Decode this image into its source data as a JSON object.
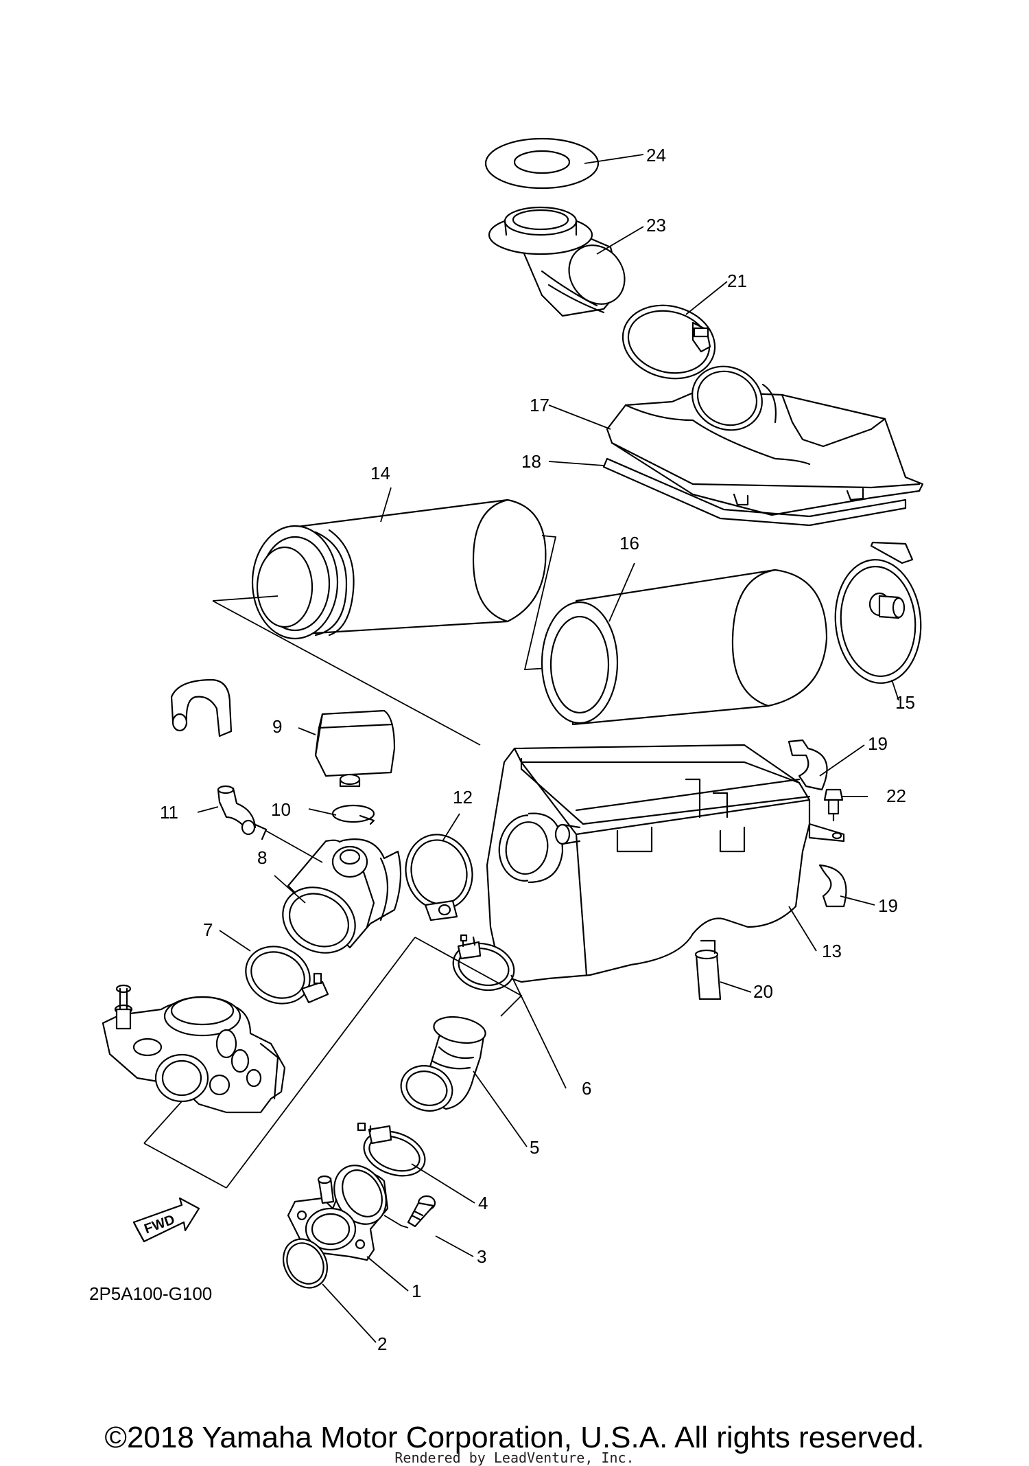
{
  "diagram_code": "2P5A100-G100",
  "copyright": "©2018 Yamaha Motor Corporation, U.S.A. All rights reserved.",
  "rendered_by": "Rendered by LeadVenture, Inc.",
  "fwd_label": "FWD",
  "callouts": {
    "c1": "1",
    "c2": "2",
    "c3": "3",
    "c4": "4",
    "c5": "5",
    "c6": "6",
    "c7": "7",
    "c8": "8",
    "c9": "9",
    "c10": "10",
    "c11": "11",
    "c12": "12",
    "c13": "13",
    "c14": "14",
    "c15": "15",
    "c16": "16",
    "c17": "17",
    "c18": "18",
    "c19a": "19",
    "c19b": "19",
    "c20": "20",
    "c21": "21",
    "c22": "22",
    "c23": "23",
    "c24": "24"
  }
}
